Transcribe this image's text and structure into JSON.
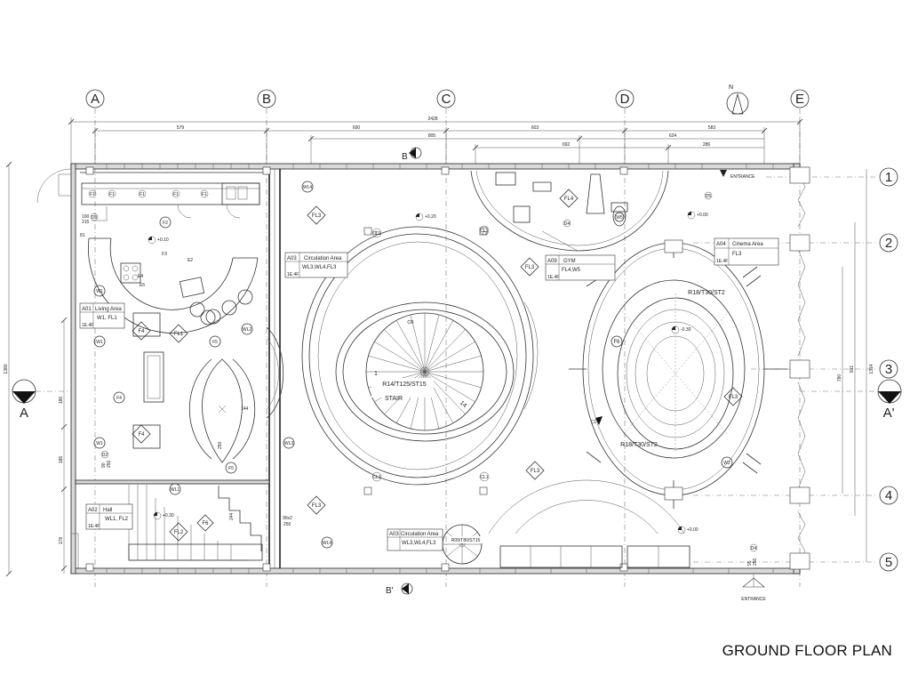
{
  "title": "GROUND FLOOR PLAN",
  "grid": {
    "columns": [
      "A",
      "B",
      "C",
      "D",
      "E"
    ],
    "rows": [
      "1",
      "2",
      "3",
      "4",
      "5"
    ]
  },
  "sections": {
    "b_top": "B",
    "b_bottom": "B'",
    "a_left": "A",
    "a_right": "A'"
  },
  "north": "N",
  "entrances": [
    "ENTRANCE",
    "ENTRANCE"
  ],
  "dimensions": {
    "overall": "2428",
    "top_row1": [
      "579",
      "600",
      "603",
      "583"
    ],
    "top_row2": [
      "805",
      "624"
    ],
    "top_row3": [
      "692",
      "286"
    ],
    "right_total": "1314",
    "right_inner": [
      "931",
      "780"
    ],
    "left_total": "1380",
    "left_parts": [
      "186",
      "186",
      "178"
    ],
    "misc": [
      "100",
      "215",
      "81",
      "144",
      "250",
      "244",
      "90x2",
      "250",
      "90",
      "250",
      "95",
      "250"
    ]
  },
  "rooms": [
    {
      "code": "A01",
      "name": "Living Area",
      "spec": "W1, FL1"
    },
    {
      "code": "A02",
      "name": "Hall",
      "spec": "WL1, FL2"
    },
    {
      "code": "A03",
      "name": "Circulation Area",
      "spec": "WL3,WL4,FL3"
    },
    {
      "code": "A03",
      "name": "Circulation Area",
      "spec": "WL3,WL4,FL3"
    },
    {
      "code": "A09",
      "name": "GYM",
      "spec": "FL4,W5"
    },
    {
      "code": "A04",
      "name": "Cinema Area",
      "spec": "FL3"
    }
  ],
  "tag_subtext": "1E.4F",
  "floor_tags": [
    "FL1",
    "FL2",
    "FL3",
    "FL3",
    "FL3",
    "FL3",
    "FL3",
    "FL4",
    "F4",
    "F4",
    "F6",
    "F6"
  ],
  "wall_tags": [
    "W1",
    "W1",
    "W1",
    "WL1",
    "WL2",
    "WL3",
    "WL4",
    "WL4",
    "W2",
    "W5"
  ],
  "fixture_tags": [
    "F1",
    "F1",
    "F1",
    "F1",
    "F1",
    "F2",
    "F3",
    "F4",
    "F5",
    "F5",
    "E2",
    "E4",
    "E5",
    "D2",
    "D3",
    "D4",
    "D4",
    "D5",
    "CL1",
    "CL1",
    "CL1",
    "CL1",
    "C1"
  ],
  "levels": [
    "+0.10",
    "+0.20",
    "+0.30",
    "+0.00",
    "+0.00",
    "-0.30"
  ],
  "stairs": {
    "main": "R14/T125/ST15",
    "main_label": "STAIR",
    "main_start": "1",
    "main_end": "14",
    "main_up": "CR",
    "spiral": "R09/T80/ST15",
    "cinema_top": "R18/T30/ST2",
    "cinema_bottom": "R18/T30/ST2"
  }
}
